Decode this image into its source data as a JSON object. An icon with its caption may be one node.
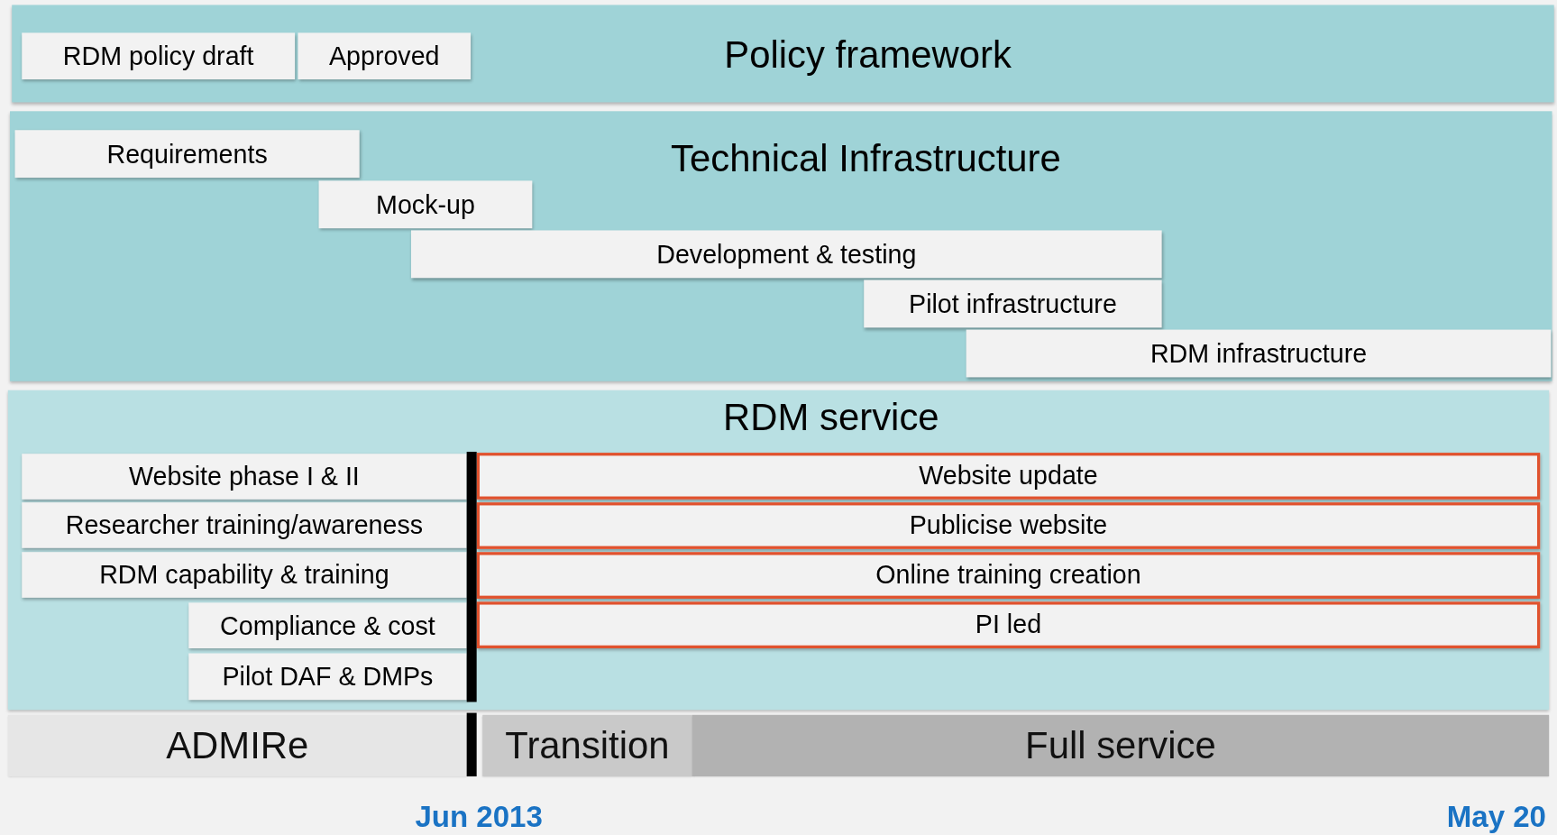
{
  "diagram": {
    "nodes": [
      {
        "text": [
          "Policy framework"
        ]
      },
      {
        "text": [
          "RDM policy draft"
        ],
        "in": 0
      },
      {
        "text": [
          "Approved"
        ],
        "in": 0
      },
      {
        "text": [
          "Technical Infrastructure"
        ]
      },
      {
        "text": [
          "Requirements"
        ],
        "in": 3
      },
      {
        "text": [
          "Mock-up"
        ],
        "in": 3
      },
      {
        "text": [
          "Development & testing"
        ],
        "in": 3
      },
      {
        "text": [
          "Pilot infrastructure"
        ],
        "in": 3
      },
      {
        "text": [
          "RDM infrastructure"
        ],
        "in": 3
      },
      {
        "text": [
          "RDM service"
        ]
      },
      {
        "text": [
          "Website phase I & II"
        ],
        "in": 9
      },
      {
        "text": [
          "Researcher training/awareness"
        ],
        "in": 9
      },
      {
        "text": [
          "RDM capability & training"
        ],
        "in": 9
      },
      {
        "text": [
          "Compliance & cost"
        ],
        "in": 9
      },
      {
        "text": [
          "Pilot DAF & DMPs"
        ],
        "in": 9
      },
      {
        "text": [
          "Website update"
        ],
        "in": 9
      },
      {
        "text": [
          "Publicise website"
        ],
        "in": 9
      },
      {
        "text": [
          "Online training creation"
        ],
        "in": 9
      },
      {
        "text": [
          "PI led"
        ],
        "in": 9
      },
      {
        "text": [
          "ADMIRe"
        ]
      },
      {
        "text": [
          "Transition"
        ]
      },
      {
        "text": [
          "Full service"
        ]
      }
    ],
    "edges": [],
    "labels": [
      "Jun 2013",
      "May 20"
    ]
  }
}
